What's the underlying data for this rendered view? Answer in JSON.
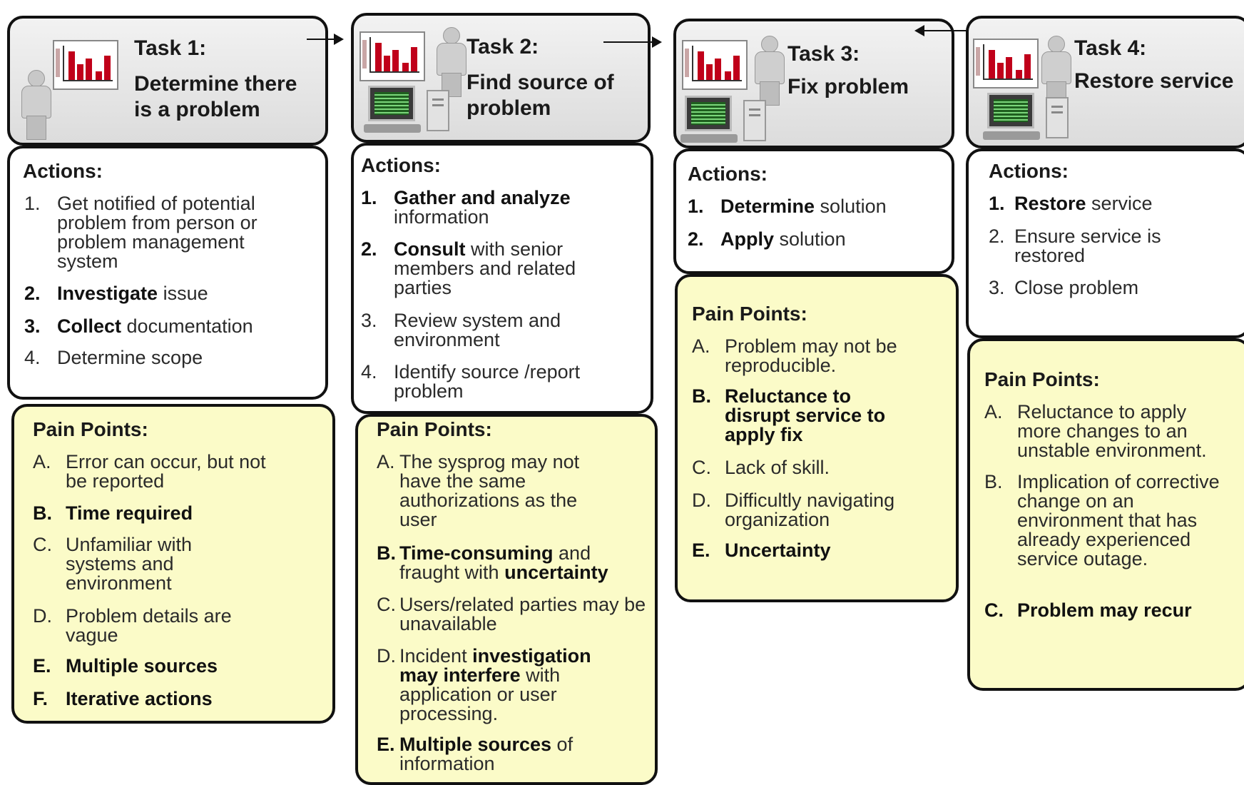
{
  "tasks": [
    {
      "title": [
        "Task 1:",
        "Determine there",
        "is a problem"
      ],
      "actions_heading": "Actions:",
      "actions": [
        {
          "key": "1.",
          "bold": "",
          "text": "Get notified of potential problem from person or problem management system"
        },
        {
          "key": "2.",
          "bold": "Investigate",
          "text": " issue"
        },
        {
          "key": "3.",
          "bold": "Collect",
          "text": " documentation"
        },
        {
          "key": "4.",
          "bold": "",
          "text": "Determine scope"
        }
      ],
      "pain_heading": "Pain Points:",
      "pains": [
        {
          "key": "A.",
          "bold": "",
          "text": "Error can occur, but not be reported"
        },
        {
          "key": "B.",
          "bold": "Time required",
          "text": ""
        },
        {
          "key": "C.",
          "bold": "",
          "text": "Unfamiliar with systems and environment"
        },
        {
          "key": "D.",
          "bold": "",
          "text": "Problem details are vague"
        },
        {
          "key": "E.",
          "bold": "Multiple sources",
          "text": ""
        },
        {
          "key": "F.",
          "bold": "Iterative actions",
          "text": ""
        }
      ]
    },
    {
      "title": [
        "Task 2:",
        "Find source of",
        "problem"
      ],
      "actions_heading": "Actions:",
      "actions": [
        {
          "key": "1.",
          "bold": "Gather and analyze",
          "text": " information"
        },
        {
          "key": "2.",
          "bold": "Consult",
          "text": " with senior members and related parties"
        },
        {
          "key": "3.",
          "bold": "",
          "text": "Review system and environment"
        },
        {
          "key": "4.",
          "bold": "",
          "text": "Identify source /report problem"
        }
      ],
      "pain_heading": "Pain Points:",
      "pains": [
        {
          "key": "A.",
          "bold": "",
          "text": "The sysprog may not have the same authorizations as the user"
        },
        {
          "key": "B.",
          "bold": "Time-consuming",
          "text": " and fraught with ",
          "bold2": "uncertainty"
        },
        {
          "key": "C.",
          "bold": "",
          "text": "Users/related parties may be unavailable"
        },
        {
          "key": "D.",
          "bold": "",
          "text": "Incident ",
          "bold2": "investigation may interfere",
          "text2": " with application or user processing."
        },
        {
          "key": "E.",
          "bold": "Multiple sources",
          "text": " of information"
        }
      ]
    },
    {
      "title": [
        "Task 3:",
        "Fix problem"
      ],
      "actions_heading": "Actions:",
      "actions": [
        {
          "key": "1.",
          "bold": "Determine",
          "text": " solution"
        },
        {
          "key": "2.",
          "bold": "Apply",
          "text": " solution"
        }
      ],
      "pain_heading": "Pain Points:",
      "pains": [
        {
          "key": "A.",
          "bold": "",
          "text": "Problem may not be reproducible."
        },
        {
          "key": "B.",
          "bold": "Reluctance to disrupt service to apply fix",
          "text": ""
        },
        {
          "key": "C.",
          "bold": "",
          "text": "Lack of skill."
        },
        {
          "key": "D.",
          "bold": "",
          "text": "Difficultly navigating organization"
        },
        {
          "key": "E.",
          "bold": "Uncertainty",
          "text": ""
        }
      ]
    },
    {
      "title": [
        "Task 4:",
        "Restore service"
      ],
      "actions_heading": "Actions:",
      "actions": [
        {
          "key": "1.",
          "bold": "Restore",
          "text": " service"
        },
        {
          "key": "2.",
          "bold": "",
          "text": "Ensure service is restored"
        },
        {
          "key": "3.",
          "bold": "",
          "text": "Close problem"
        }
      ],
      "pain_heading": "Pain Points:",
      "pains": [
        {
          "key": "A.",
          "bold": "",
          "text": "Reluctance to apply more changes to an unstable environment."
        },
        {
          "key": "B.",
          "bold": "",
          "text": "Implication of corrective change on an environment that has already experienced service outage."
        },
        {
          "key": "C.",
          "bold": "Problem may recur",
          "text": ""
        }
      ]
    }
  ],
  "colors": {
    "pain_bg": "#fbfbc8",
    "header_bg": "#e4e4e4",
    "chart_bars": "#c0001a"
  },
  "icons": [
    "chart-icon",
    "person-icon",
    "computer-icon"
  ]
}
